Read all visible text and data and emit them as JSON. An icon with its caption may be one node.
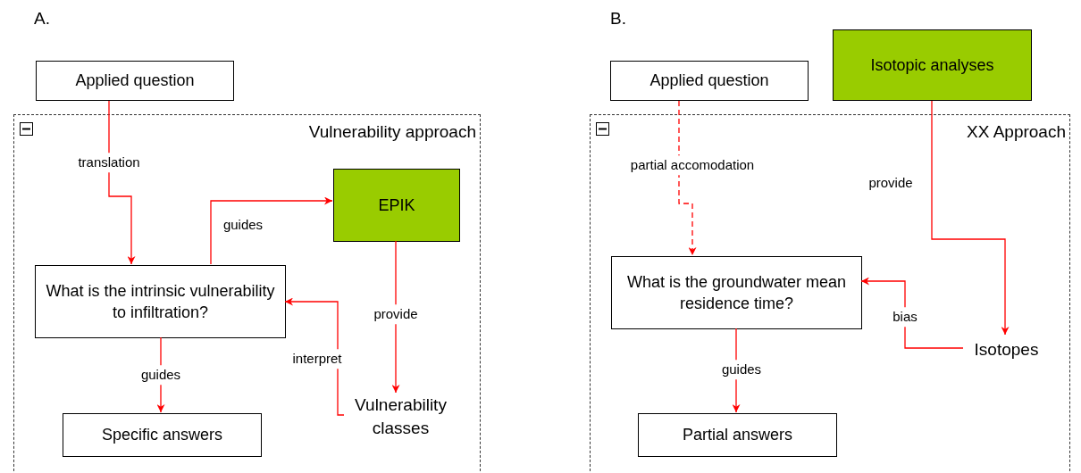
{
  "diagram": {
    "nodes": [
      {
        "text": [
          "Applied question"
        ]
      },
      {
        "text": [
          "Vulnerability approach"
        ]
      },
      {
        "text": [
          "What is the intrinsic vulnerability to infiltration?"
        ],
        "in": 1
      },
      {
        "text": [
          "EPIK"
        ],
        "in": 1
      },
      {
        "text": [
          "Specific answers"
        ],
        "in": 1
      },
      {
        "text": [
          "Vulnerability classes"
        ],
        "in": 1
      },
      {
        "text": [
          "Applied question"
        ]
      },
      {
        "text": [
          "Isotopic analyses"
        ]
      },
      {
        "text": [
          "XX Approach"
        ]
      },
      {
        "text": [
          "What is the groundwater mean residence time?"
        ],
        "in": 8
      },
      {
        "text": [
          "Partial answers"
        ],
        "in": 8
      },
      {
        "text": [
          "Isotopes"
        ],
        "in": 8
      }
    ],
    "edges": [
      {
        "from": 0,
        "to": 2,
        "arrow": "to",
        "label": "translation"
      },
      {
        "from": 2,
        "to": 3,
        "arrow": "to",
        "label": "guides"
      },
      {
        "from": 3,
        "to": 5,
        "arrow": "to",
        "label": "provide"
      },
      {
        "from": 5,
        "to": 2,
        "arrow": "to",
        "label": "interpret"
      },
      {
        "from": 2,
        "to": 4,
        "arrow": "to",
        "label": "guides"
      },
      {
        "from": 6,
        "to": 9,
        "arrow": "to",
        "label": "partial accomodation",
        "style": "dashed"
      },
      {
        "from": 7,
        "to": 11,
        "arrow": "to",
        "label": "provide"
      },
      {
        "from": 11,
        "to": 9,
        "arrow": "to",
        "label": "bias"
      },
      {
        "from": 9,
        "to": 10,
        "arrow": "to",
        "label": "guides"
      }
    ],
    "labels": [
      "A.",
      "B."
    ]
  }
}
